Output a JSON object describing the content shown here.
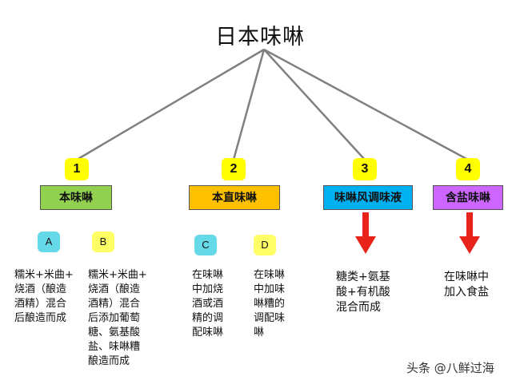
{
  "title": "日本味啉",
  "categories": [
    {
      "num": "1",
      "label": "本味啉",
      "color": "#92d050"
    },
    {
      "num": "2",
      "label": "本直味啉",
      "color": "#ffc000"
    },
    {
      "num": "3",
      "label": "味啉风调味液",
      "color": "#00b0f0"
    },
    {
      "num": "4",
      "label": "含盐味啉",
      "color": "#cc66ff"
    }
  ],
  "subtypes": [
    {
      "letter": "A",
      "color": "#66d9e8",
      "lines": [
        "糯米+米曲+",
        "烧酒（酿造",
        "酒精）混合",
        "后酿造而成"
      ]
    },
    {
      "letter": "B",
      "color": "#ffff66",
      "lines": [
        "糯米+米曲+",
        "烧酒（酿造",
        "酒精）混合",
        "后添加葡萄",
        "糖、氨基酸",
        "盐、味啉糟",
        "酿造而成"
      ]
    },
    {
      "letter": "C",
      "color": "#66d9e8",
      "lines": [
        "在味啉",
        "中加烧",
        "酒或酒",
        "精的调",
        "配味啉"
      ]
    },
    {
      "letter": "D",
      "color": "#ffff66",
      "lines": [
        "在味啉",
        "中加味",
        "啉糟的",
        "调配味",
        "啉"
      ]
    }
  ],
  "descriptions": {
    "cat3": [
      "糖类+氨基",
      "酸+有机酸",
      "混合而成"
    ],
    "cat4": [
      "在味啉中",
      "加入食盐"
    ]
  },
  "watermark": "头条 @八鲜过海"
}
